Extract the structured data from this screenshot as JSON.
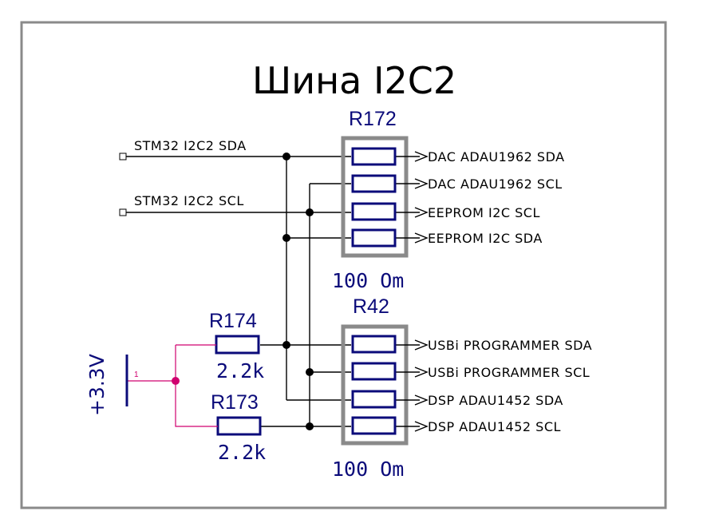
{
  "title": "Шина I2C2",
  "colors": {
    "wire": "#000000",
    "power_wire": "#d0006f",
    "component": "#0b0b7a",
    "package_outline": "#8a8a8a",
    "frame": "#8a8a8a"
  },
  "inputs": [
    {
      "label": "STM32 I2C2 SDA"
    },
    {
      "label": "STM32 I2C2 SCL"
    }
  ],
  "resistor_arrays": [
    {
      "ref": "R172",
      "value": "100 Om",
      "outputs": [
        "DAC ADAU1962 SDA",
        "DAC ADAU1962 SCL",
        "EEPROM I2C SCL",
        "EEPROM I2C SDA"
      ]
    },
    {
      "ref": "R42",
      "value": "100 Om",
      "outputs": [
        "USBi PROGRAMMER SDA",
        "USBi PROGRAMMER SCL",
        "DSP ADAU1452 SDA",
        "DSP ADAU1452 SCL"
      ]
    }
  ],
  "pullups": [
    {
      "ref": "R174",
      "value": "2.2k"
    },
    {
      "ref": "R173",
      "value": "2.2k"
    }
  ],
  "power": {
    "label": "+3.3V",
    "pin_number": "1"
  }
}
